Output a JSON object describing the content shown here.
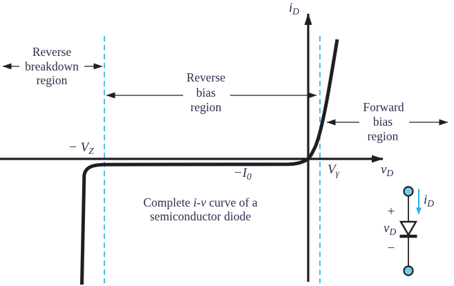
{
  "figure": {
    "regions": {
      "reverse_breakdown": {
        "line1": "Reverse",
        "line2": "breakdown",
        "line3": "region"
      },
      "reverse_bias": {
        "line1": "Reverse",
        "line2": "bias",
        "line3": "region"
      },
      "forward_bias": {
        "line1": "Forward",
        "line2": "bias",
        "line3": "region"
      }
    },
    "axes": {
      "y_label": {
        "base": "i",
        "sub": "D"
      },
      "x_label": {
        "base": "v",
        "sub": "D"
      }
    },
    "points": {
      "neg_vz": {
        "base": "− V",
        "sub": "Z"
      },
      "neg_i0": {
        "base": "−I",
        "sub": "0"
      },
      "v_gamma": {
        "base": "V",
        "sub": "γ"
      }
    },
    "caption": {
      "pre": "Complete ",
      "italic": "i-v",
      "post": " curve of a",
      "line2": "semiconductor diode"
    },
    "diode_symbol": {
      "current_label": {
        "base": "i",
        "sub": "D"
      },
      "plus": "+",
      "voltage_label": {
        "base": "v",
        "sub": "D"
      },
      "minus": "−"
    },
    "colors": {
      "accent_cyan": "#2fb0e4",
      "terminal_fill": "#72cdee",
      "ink": "#2e2e52",
      "curve_black": "#211e21"
    }
  }
}
